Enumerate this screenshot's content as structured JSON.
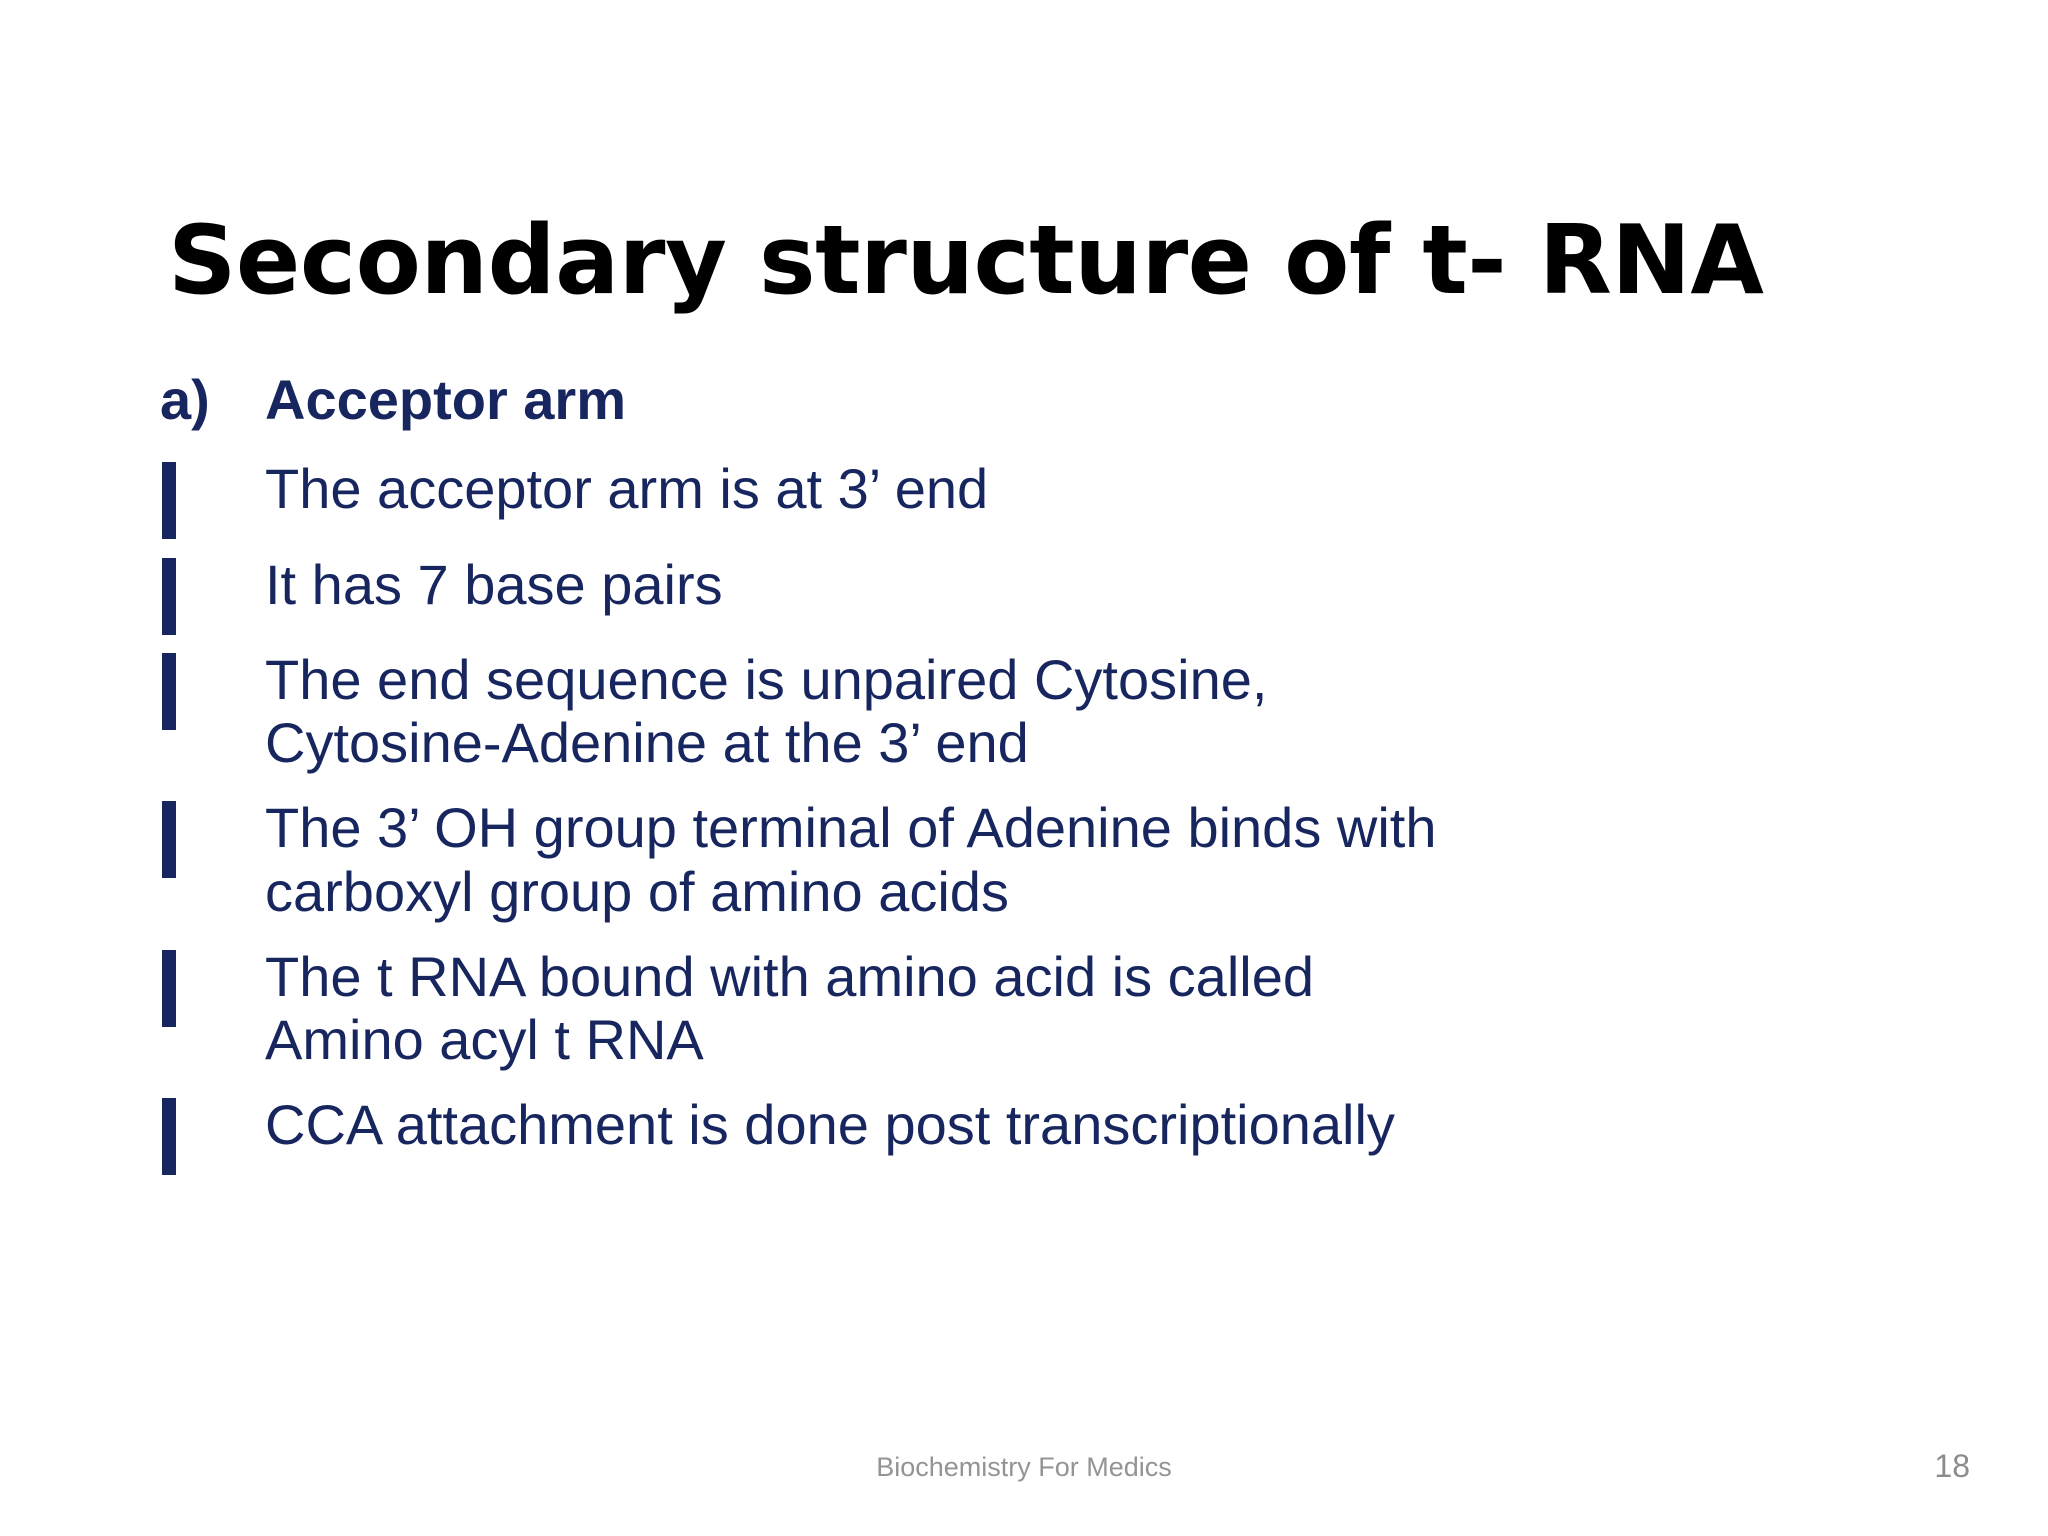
{
  "slide": {
    "title": "Secondary structure of t- RNA",
    "background_color": "#ffffff",
    "title_color": "#000000",
    "body_color": "#17265f",
    "footer_color": "#949494"
  },
  "body": {
    "items": [
      {
        "marker_type": "letter",
        "marker": "a)",
        "bold": true,
        "lines": [
          "Acceptor arm"
        ]
      },
      {
        "marker_type": "checkbox",
        "marker": "❑",
        "bold": false,
        "lines": [
          "The acceptor arm is at 3’ end"
        ]
      },
      {
        "marker_type": "checkbox",
        "marker": "❑",
        "bold": false,
        "lines": [
          "It has 7 base pairs"
        ]
      },
      {
        "marker_type": "checkbox",
        "marker": "❑",
        "bold": false,
        "lines": [
          "The end sequence is unpaired Cytosine,",
          "Cytosine-Adenine at the 3’ end"
        ]
      },
      {
        "marker_type": "checkbox",
        "marker": "❑",
        "bold": false,
        "lines": [
          "The 3’ OH group terminal of Adenine binds with",
          "carboxyl group of amino acids"
        ]
      },
      {
        "marker_type": "checkbox",
        "marker": "❑",
        "bold": false,
        "lines": [
          "The t RNA bound with amino acid is called",
          "Amino acyl t RNA"
        ]
      },
      {
        "marker_type": "checkbox",
        "marker": "❑",
        "bold": false,
        "lines": [
          "CCA attachment is done post transcriptionally"
        ]
      }
    ]
  },
  "footer": {
    "note": "Biochemistry For Medics",
    "page_number": "18"
  }
}
